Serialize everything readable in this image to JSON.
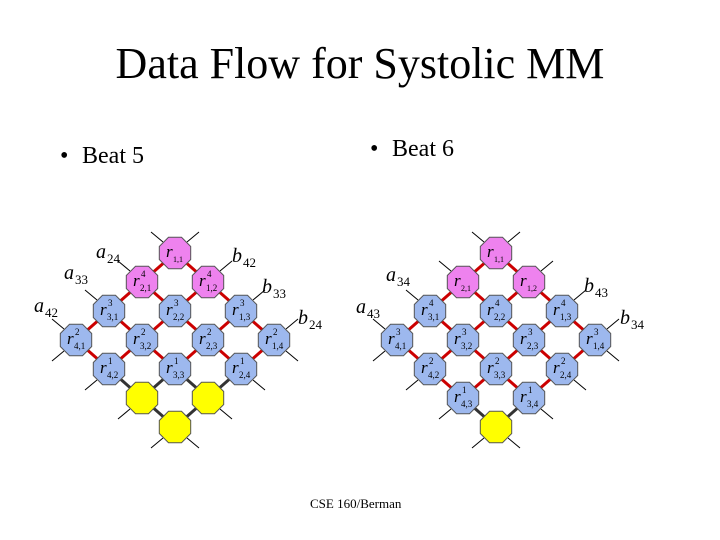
{
  "title": "Data Flow for Systolic MM",
  "bullets": {
    "left": "Beat 5",
    "right": "Beat 6",
    "marker": "•"
  },
  "footer": "CSE 160/Berman",
  "colors": {
    "pink": "#ee82ee",
    "blue": "#9db8ee",
    "yellow": "#ffff00",
    "red_link": "#cc0000",
    "dark_link": "#333333",
    "stub": "#000000",
    "cell_border": "#555555"
  },
  "panels": [
    {
      "beat": "Beat 5",
      "labels": [
        {
          "base": "a",
          "sub": "24"
        },
        {
          "base": "a",
          "sub": "33"
        },
        {
          "base": "a",
          "sub": "42"
        },
        {
          "base": "b",
          "sub": "42"
        },
        {
          "base": "b",
          "sub": "33"
        },
        {
          "base": "b",
          "sub": "24"
        }
      ],
      "cells": [
        {
          "base": "r",
          "sup": "",
          "sub": "1,1",
          "color": "pink"
        },
        {
          "base": "r",
          "sup": "4",
          "sub": "2,1",
          "color": "pink"
        },
        {
          "base": "r",
          "sup": "4",
          "sub": "1,2",
          "color": "pink"
        },
        {
          "base": "r",
          "sup": "3",
          "sub": "3,1",
          "color": "blue"
        },
        {
          "base": "r",
          "sup": "3",
          "sub": "2,2",
          "color": "blue"
        },
        {
          "base": "r",
          "sup": "3",
          "sub": "1,3",
          "color": "blue"
        },
        {
          "base": "r",
          "sup": "2",
          "sub": "4,1",
          "color": "blue"
        },
        {
          "base": "r",
          "sup": "2",
          "sub": "3,2",
          "color": "blue"
        },
        {
          "base": "r",
          "sup": "2",
          "sub": "2,3",
          "color": "blue"
        },
        {
          "base": "r",
          "sup": "2",
          "sub": "1,4",
          "color": "blue"
        },
        {
          "base": "r",
          "sup": "1",
          "sub": "4,2",
          "color": "blue"
        },
        {
          "base": "r",
          "sup": "1",
          "sub": "3,3",
          "color": "blue"
        },
        {
          "base": "r",
          "sup": "1",
          "sub": "2,4",
          "color": "blue"
        },
        {
          "base": "",
          "sup": "",
          "sub": "",
          "color": "yellow"
        },
        {
          "base": "",
          "sup": "",
          "sub": "",
          "color": "yellow"
        },
        {
          "base": "",
          "sup": "",
          "sub": "",
          "color": "yellow"
        }
      ]
    },
    {
      "beat": "Beat 6",
      "labels": [
        {
          "base": "a",
          "sub": "34"
        },
        {
          "base": "a",
          "sub": "43"
        },
        {
          "base": "b",
          "sub": "43"
        },
        {
          "base": "b",
          "sub": "34"
        }
      ],
      "cells": [
        {
          "base": "r",
          "sup": "",
          "sub": "1,1",
          "color": "pink"
        },
        {
          "base": "r",
          "sup": "",
          "sub": "2,1",
          "color": "pink"
        },
        {
          "base": "r",
          "sup": "",
          "sub": "1,2",
          "color": "pink"
        },
        {
          "base": "r",
          "sup": "4",
          "sub": "3,1",
          "color": "blue"
        },
        {
          "base": "r",
          "sup": "4",
          "sub": "2,2",
          "color": "blue"
        },
        {
          "base": "r",
          "sup": "4",
          "sub": "1,3",
          "color": "blue"
        },
        {
          "base": "r",
          "sup": "3",
          "sub": "4,1",
          "color": "blue"
        },
        {
          "base": "r",
          "sup": "3",
          "sub": "3,2",
          "color": "blue"
        },
        {
          "base": "r",
          "sup": "3",
          "sub": "2,3",
          "color": "blue"
        },
        {
          "base": "r",
          "sup": "3",
          "sub": "1,4",
          "color": "blue"
        },
        {
          "base": "r",
          "sup": "2",
          "sub": "4,2",
          "color": "blue"
        },
        {
          "base": "r",
          "sup": "2",
          "sub": "3,3",
          "color": "blue"
        },
        {
          "base": "r",
          "sup": "2",
          "sub": "2,4",
          "color": "blue"
        },
        {
          "base": "r",
          "sup": "1",
          "sub": "4,3",
          "color": "blue"
        },
        {
          "base": "r",
          "sup": "1",
          "sub": "3,4",
          "color": "blue"
        },
        {
          "base": "",
          "sup": "",
          "sub": "",
          "color": "yellow"
        }
      ]
    }
  ]
}
